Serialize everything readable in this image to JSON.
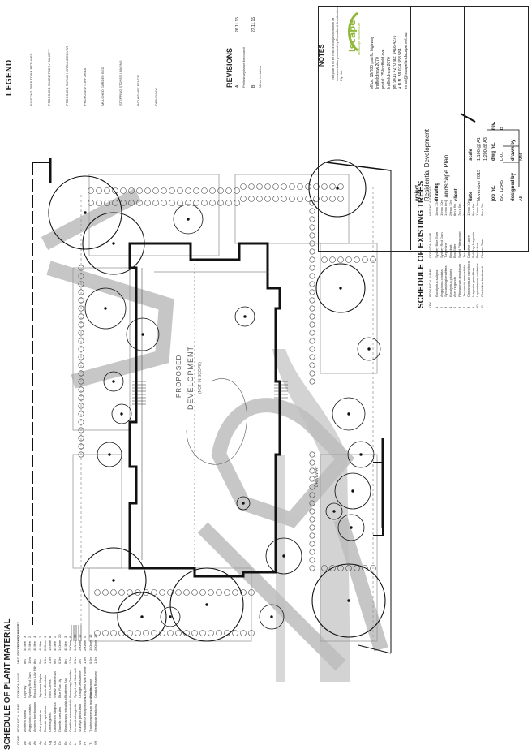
{
  "drawing": {
    "watermark": "DA3",
    "building_label_1": "PROPOSED",
    "building_label_2": "DEVELOPMENT",
    "building_label_3": "(NOT IN SCOPE)",
    "driveway_label": "DRIVEWAY"
  },
  "legend": {
    "title": "LEGEND",
    "items": [
      "EXISTING TREE TO BE RETAINED",
      "PROPOSED SHADE TREE / CANOPY",
      "PROPOSED SHRUB / GROUNDCOVER",
      "PROPOSED TURF AREA",
      "MULCHED GARDEN BED",
      "STEPPING STONES / PAVING",
      "BOUNDARY FENCE",
      "DRIVEWAY"
    ]
  },
  "plant_schedule": {
    "title": "SCHEDULE OF PLANT MATERIAL",
    "columns": [
      "CODE",
      "BOTANICAL NAME",
      "COMMON NAME",
      "MATURE HEIGHT",
      "CONTAINER SIZE",
      "QUANTITY"
    ],
    "rows": [
      [
        "Ab",
        "Acmena smithii",
        "Lilly Pilly",
        "8m",
        "45 litre",
        "3"
      ],
      [
        "Ac",
        "Angophora costata",
        "Sydney Red Gum",
        "15m",
        "75 litre",
        "2"
      ],
      [
        "Ah",
        "Acmena hemilampra",
        "Broad-leaved Lilly Pilly",
        "8m",
        "45 litre",
        "4"
      ],
      [
        "Ap",
        "Acer palmatum",
        "Japanese Maple",
        "5m",
        "45 litre",
        "2"
      ],
      [
        "Bs",
        "Banksia spinulosa",
        "Hairpin Banksia",
        "1.5m",
        "200mm",
        "6"
      ],
      [
        "Cg",
        "Correa glabra",
        "Rock Correa",
        "1.5m",
        "150mm",
        "8"
      ],
      [
        "Cs",
        "Callistemon salignus",
        "Willow Bottlebrush",
        "6m",
        "45 litre",
        "2"
      ],
      [
        "Dc",
        "Dianella caerulea",
        "Blue Flax Lily",
        "0.6m",
        "140mm",
        "20"
      ],
      [
        "Ec",
        "Elaeocarpus reticulatus",
        "Blueberry Ash",
        "8m",
        "45 litre",
        "3"
      ],
      [
        "Gr",
        "Grevillea rosmarinifolia",
        "Rosemary Grevillea",
        "1.5m",
        "200mm",
        "6"
      ],
      [
        "Ll",
        "Lomandra longifolia",
        "Spiny-head Mat-rush",
        "0.8m",
        "140mm",
        "30"
      ],
      [
        "Ms",
        "Murraya paniculata",
        "Orange Jessamine",
        "2m",
        "200mm",
        "12"
      ],
      [
        "Pr",
        "Philotheca myoporoides",
        "Long-leaf Wax Flower",
        "1.5m",
        "200mm",
        "5"
      ],
      [
        "Tj",
        "Trachelospermum jasminoides",
        "Star Jasmine",
        "0.5m",
        "150mm",
        "15"
      ],
      [
        "Wf",
        "Westringia fruticosa",
        "Coastal Rosemary",
        "1.5m",
        "200mm",
        "10"
      ]
    ]
  },
  "tree_schedule": {
    "title": "SCHEDULE OF EXISTING TREES",
    "columns": [
      "KEY",
      "BOTANICAL NAME",
      "COMMON NAME",
      "HEIGHT & SPREAD"
    ],
    "rows": [
      [
        "1",
        "Eucalyptus saligna",
        "Sydney Blue Gum",
        "18m x 12m"
      ],
      [
        "2",
        "Angophora costata",
        "Sydney Red Gum",
        "15m x 10m"
      ],
      [
        "3",
        "Syncarpia glomulifera",
        "Turpentine",
        "14m x 8m"
      ],
      [
        "4",
        "Eucalyptus pilularis",
        "Blackbutt",
        "20m x 12m"
      ],
      [
        "5",
        "Acer negundo",
        "Box Elder",
        "8m x 6m"
      ],
      [
        "6",
        "Pittosporum undulatum",
        "Sweet Pittosporum",
        "7m x 5m"
      ],
      [
        "7",
        "Jacaranda mimosifolia",
        "Jacaranda",
        "10m x 8m"
      ],
      [
        "8",
        "Cinnamomum camphora",
        "Camphor Laurel",
        "12m x 10m"
      ],
      [
        "9",
        "Magnolia grandiflora",
        "Bull Bay Magnolia",
        "8m x 6m"
      ],
      [
        "10",
        "Lophostemon confertus",
        "Brush Box",
        "12m x 8m"
      ],
      [
        "11",
        "Glochidion ferdinandi",
        "Cheese Tree",
        "9m x 7m"
      ]
    ]
  },
  "title_block": {
    "company": "iscape",
    "company_suffix": "landscape architecture",
    "notes_title": "NOTES",
    "notes_text": "This plan is to be read in conjunction with all documentation prepared by Consultant Architecture Pty Ltd.",
    "revisions_title": "REVISIONS",
    "revisions": [
      [
        "A",
        "Preliminary issue for council",
        "26.11.15"
      ],
      [
        "B",
        "Minor revisions",
        "27.11.15"
      ]
    ],
    "office_lines": [
      "office: 16/283 pacific highway",
      "lindfield   nsw   2070",
      "postal: 25 lindfield ave",
      "lindfield   nsw   2070",
      "ph: 9416 4270  fax: 9416 4276",
      "A.B.N. 59 074 553 584",
      "email@iscapelandscape.net.au"
    ],
    "project_label": "project",
    "project_value": "Residential Development",
    "drawing_label": "drawing",
    "drawing_value": "Landscape Plan",
    "client_label": "client",
    "date_label": "date",
    "date_value": "November 2015",
    "scale_label": "scale",
    "scale_value": "1:100 @ A1",
    "scale_value_2": "1:200 @ A3",
    "job_no_label": "job no.",
    "job_no_value": "ISC 12345",
    "dwg_no_label": "dwg no.",
    "dwg_no_value": "L-01",
    "rev_label": "rev.",
    "rev_value": "B",
    "designed_label": "designed by",
    "designed_value": "AB",
    "drawn_label": "drawn by",
    "drawn_value": "MM"
  },
  "colors": {
    "line": "#111111",
    "faint": "#9a9a9a",
    "watermark": "#bdbdbd",
    "driveway": "#d3d3d3",
    "logo_green": "#8fb83a"
  }
}
